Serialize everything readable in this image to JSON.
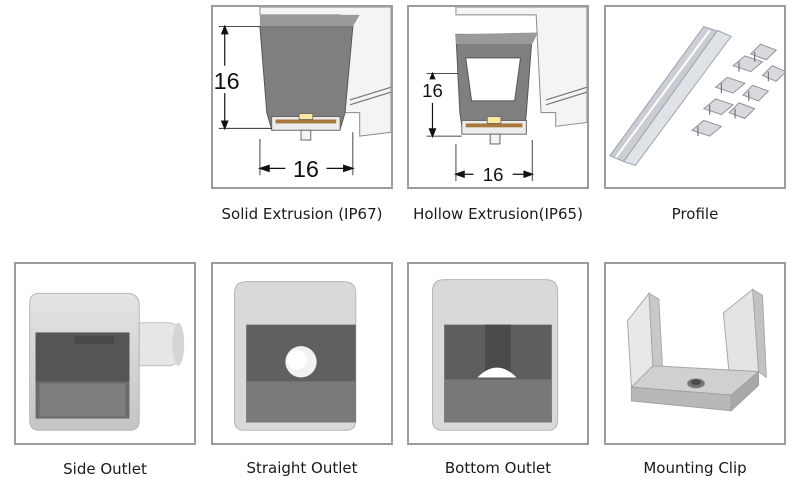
{
  "top_row": {
    "solid": {
      "caption": "Solid Extrusion (IP67)",
      "height_label": "16",
      "width_label": "16"
    },
    "hollow": {
      "caption": "Hollow Extrusion(IP65)",
      "height_label": "16",
      "width_label": "16"
    },
    "profile": {
      "caption": "Profile"
    }
  },
  "bottom_row": {
    "side": {
      "caption": "Side Outlet"
    },
    "straight": {
      "caption": "Straight Outlet"
    },
    "bottom": {
      "caption": "Bottom Outlet"
    },
    "clip": {
      "caption": "Mounting Clip"
    }
  },
  "colors": {
    "border": "#9c9c9c",
    "profile_grey": "#8a8a8a",
    "cap_grey": "#d6d6d6"
  },
  "icons": [
    "solid-extrusion-drawing",
    "hollow-extrusion-drawing",
    "profile-photo",
    "side-outlet-photo",
    "straight-outlet-photo",
    "bottom-outlet-photo",
    "mounting-clip-photo"
  ]
}
